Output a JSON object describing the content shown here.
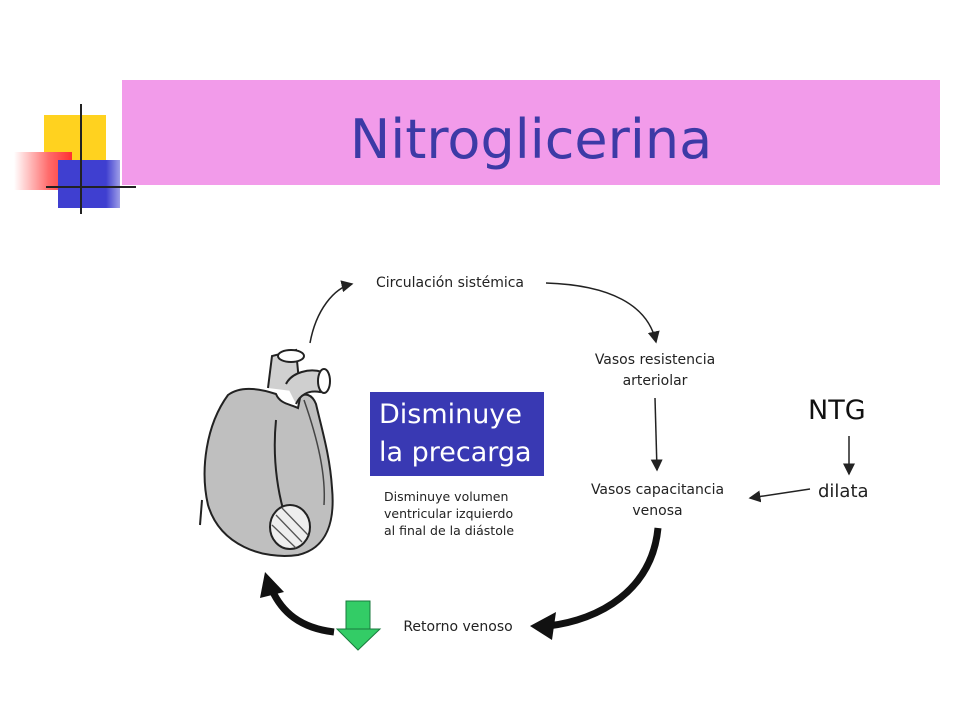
{
  "slide": {
    "title": "Nitroglicerina",
    "colors": {
      "title_band": "#f29bea",
      "title_text": "#3d3aa6",
      "highlight_box": "#3939b3",
      "down_arrow": "#33cc66"
    }
  },
  "diagram": {
    "nodes": {
      "circulacion": "Circulación sistémica",
      "vasos_resistencia": "Vasos resistencia\narteriolar",
      "vasos_capacitancia": "Vasos capacitancia\nvenosa",
      "retorno": "Retorno venoso",
      "ntg": "NTG",
      "dilata": "dilata"
    },
    "highlight": "Disminuye\nla precarga",
    "note": "Disminuye volumen\nventricular izquierdo\nal final de la diástole",
    "icons": [
      "heart-illustration",
      "down-arrow-icon"
    ]
  }
}
